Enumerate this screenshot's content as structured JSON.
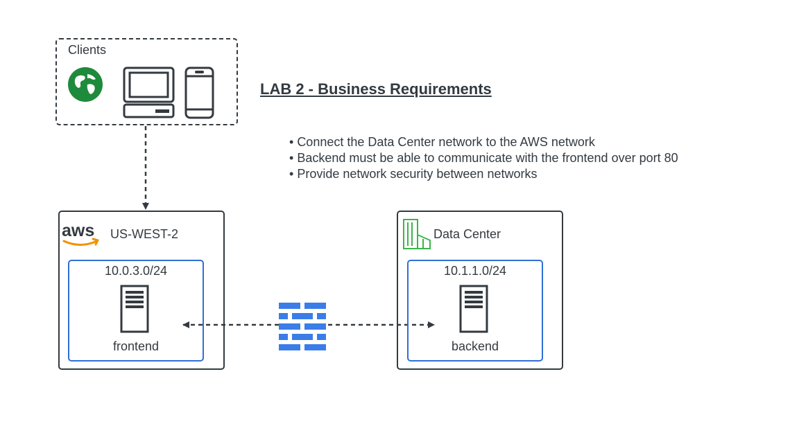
{
  "title": "LAB 2 - Business Requirements",
  "requirements": [
    "Connect the Data Center network to the AWS network",
    "Backend must be able to communicate with the frontend over port 80",
    "Provide network security between networks"
  ],
  "clients": {
    "label": "Clients",
    "icons": [
      "globe-icon",
      "desktop-computer-icon",
      "mobile-phone-icon"
    ]
  },
  "aws_region": {
    "logo_text": "aws",
    "label": "US-WEST-2",
    "subnet_cidr": "10.0.3.0/24",
    "server_label": "frontend"
  },
  "data_center": {
    "label": "Data Center",
    "subnet_cidr": "10.1.1.0/24",
    "server_label": "backend"
  },
  "firewall": {
    "icon": "firewall-icon"
  },
  "colors": {
    "line": "#333a40",
    "subnet_border": "#2f6fd6",
    "firewall": "#3b7de8",
    "globe": "#1e8a3c",
    "datacenter_icon": "#3cb44b",
    "aws_smile": "#f29100"
  }
}
